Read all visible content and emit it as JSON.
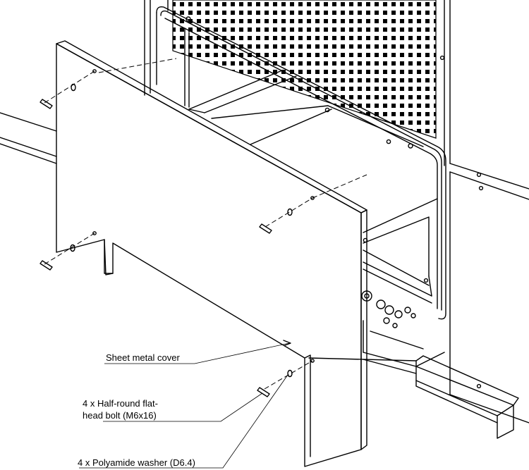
{
  "callouts": {
    "cover": "Sheet metal cover",
    "bolt_line1": "4 x Half-round flat-",
    "bolt_line2": "head bolt (M6x16)",
    "washer": "4 x Polyamide washer (D6.4)"
  },
  "components": {
    "perforated_panel": "perforated-panel",
    "opening": "cabinet-opening",
    "cover": "sheet-metal-cover",
    "bolts_count": 4,
    "washers_count": 4
  }
}
